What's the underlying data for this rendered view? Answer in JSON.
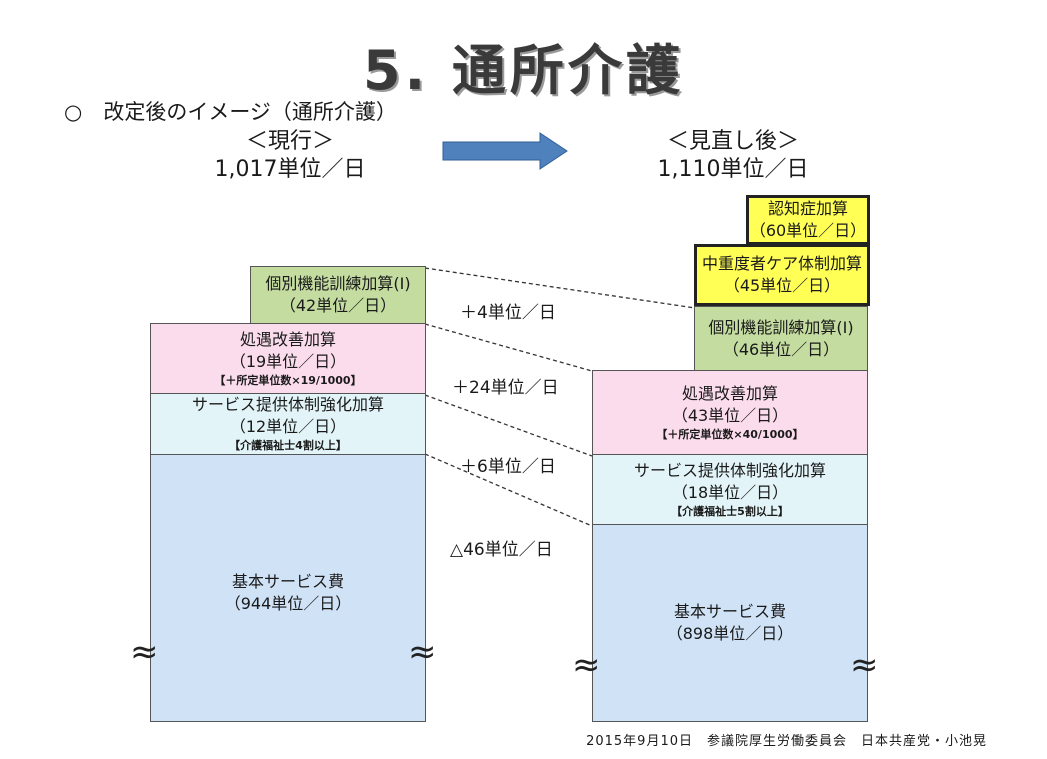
{
  "title": "5. 通所介護",
  "subtitle": "○　改定後のイメージ（通所介護）",
  "current": {
    "heading": "＜現行＞",
    "total": "1,017単位／日",
    "blocks": {
      "individual": {
        "name": "個別機能訓練加算(Ⅰ)",
        "units": "（42単位／日）"
      },
      "treatment": {
        "name": "処遇改善加算",
        "units": "（19単位／日）",
        "note": "【＋所定単位数×19/1000】"
      },
      "service_system": {
        "name": "サービス提供体制強化加算",
        "units": "（12単位／日）",
        "note": "【介護福祉士4割以上】"
      },
      "basic": {
        "name": "基本サービス費",
        "units": "（944単位／日）"
      }
    }
  },
  "revised": {
    "heading": "＜見直し後＞",
    "total": "1,110単位／日",
    "blocks": {
      "dementia": {
        "name": "認知症加算",
        "units": "（60単位／日）"
      },
      "heavy_care": {
        "name": "中重度者ケア体制加算",
        "units": "（45単位／日）"
      },
      "individual": {
        "name": "個別機能訓練加算(Ⅰ)",
        "units": "（46単位／日）"
      },
      "treatment": {
        "name": "処遇改善加算",
        "units": "（43単位／日）",
        "note": "【＋所定単位数×40/1000】"
      },
      "service_system": {
        "name": "サービス提供体制強化加算",
        "units": "（18単位／日）",
        "note": "【介護福祉士5割以上】"
      },
      "basic": {
        "name": "基本サービス費",
        "units": "（898単位／日）"
      }
    }
  },
  "deltas": [
    "＋4単位／日",
    "＋24単位／日",
    "＋6単位／日",
    "△46単位／日"
  ],
  "break_mark": "≈",
  "footer": "2015年9月10日　参議院厚生労働委員会　日本共産党・小池晃",
  "colors": {
    "green": "#c4dca0",
    "pink": "#fbdcec",
    "light_cyan": "#e2f4f8",
    "blue": "#cfe2f6",
    "yellow": "#ffff55",
    "arrow": "#4f81bd"
  }
}
